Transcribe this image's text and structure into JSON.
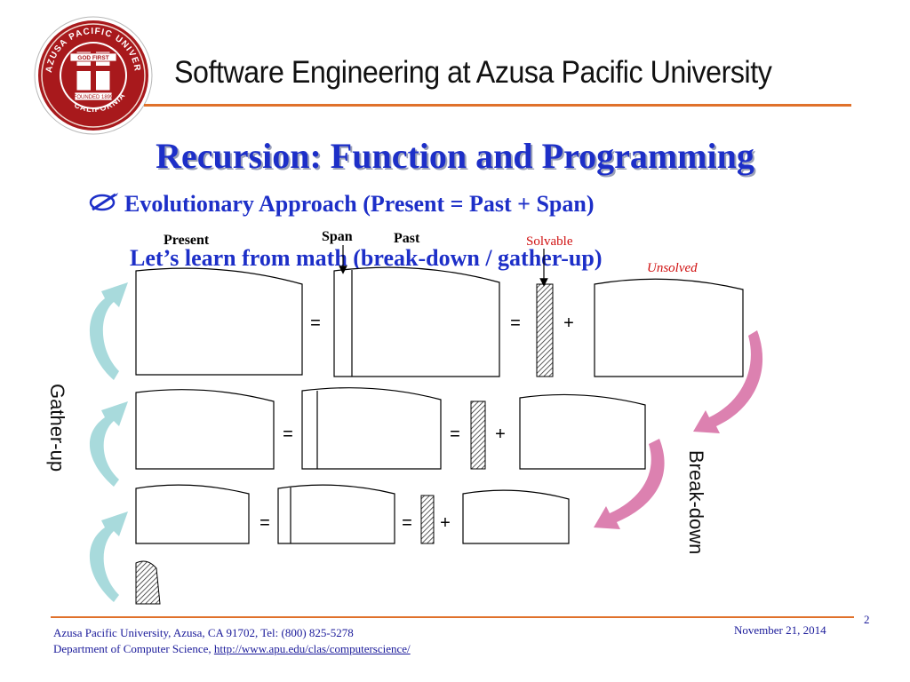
{
  "header": {
    "title": "Software Engineering at Azusa Pacific University",
    "seal": {
      "outer_text_top": "AZUSA PACIFIC UNIVERSITY",
      "banner": "GOD FIRST",
      "founded": "FOUNDED 1899",
      "outer_text_bottom": "CALIFORNIA"
    }
  },
  "slide": {
    "title": "Recursion: Function and Programming",
    "bullet": "Evolutionary Approach (Present = Past + Span)",
    "subheading": "Let’s learn from math (break-down / gather-up)",
    "labels": {
      "present": "Present",
      "span": "Span",
      "past": "Past",
      "solvable": "Solvable",
      "unsolved": "Unsolved"
    },
    "operators": {
      "equals": "=",
      "plus": "+"
    },
    "side_labels": {
      "left": "Gather-up",
      "right": "Break-down"
    }
  },
  "footer": {
    "address": "Azusa Pacific University, Azusa, CA 91702, Tel:  (800) 825-5278",
    "department": "Department of Computer Science, ",
    "url": "http://www.apu.edu/clas/computerscience/",
    "date": "November 21, 2014",
    "page": "2"
  },
  "colors": {
    "title_blue": "#1d2fc8",
    "rule_orange": "#e0712b",
    "gather_arrow": "#9fd6d8",
    "breakdown_arrow": "#d873a7",
    "seal_red": "#a8191c"
  }
}
